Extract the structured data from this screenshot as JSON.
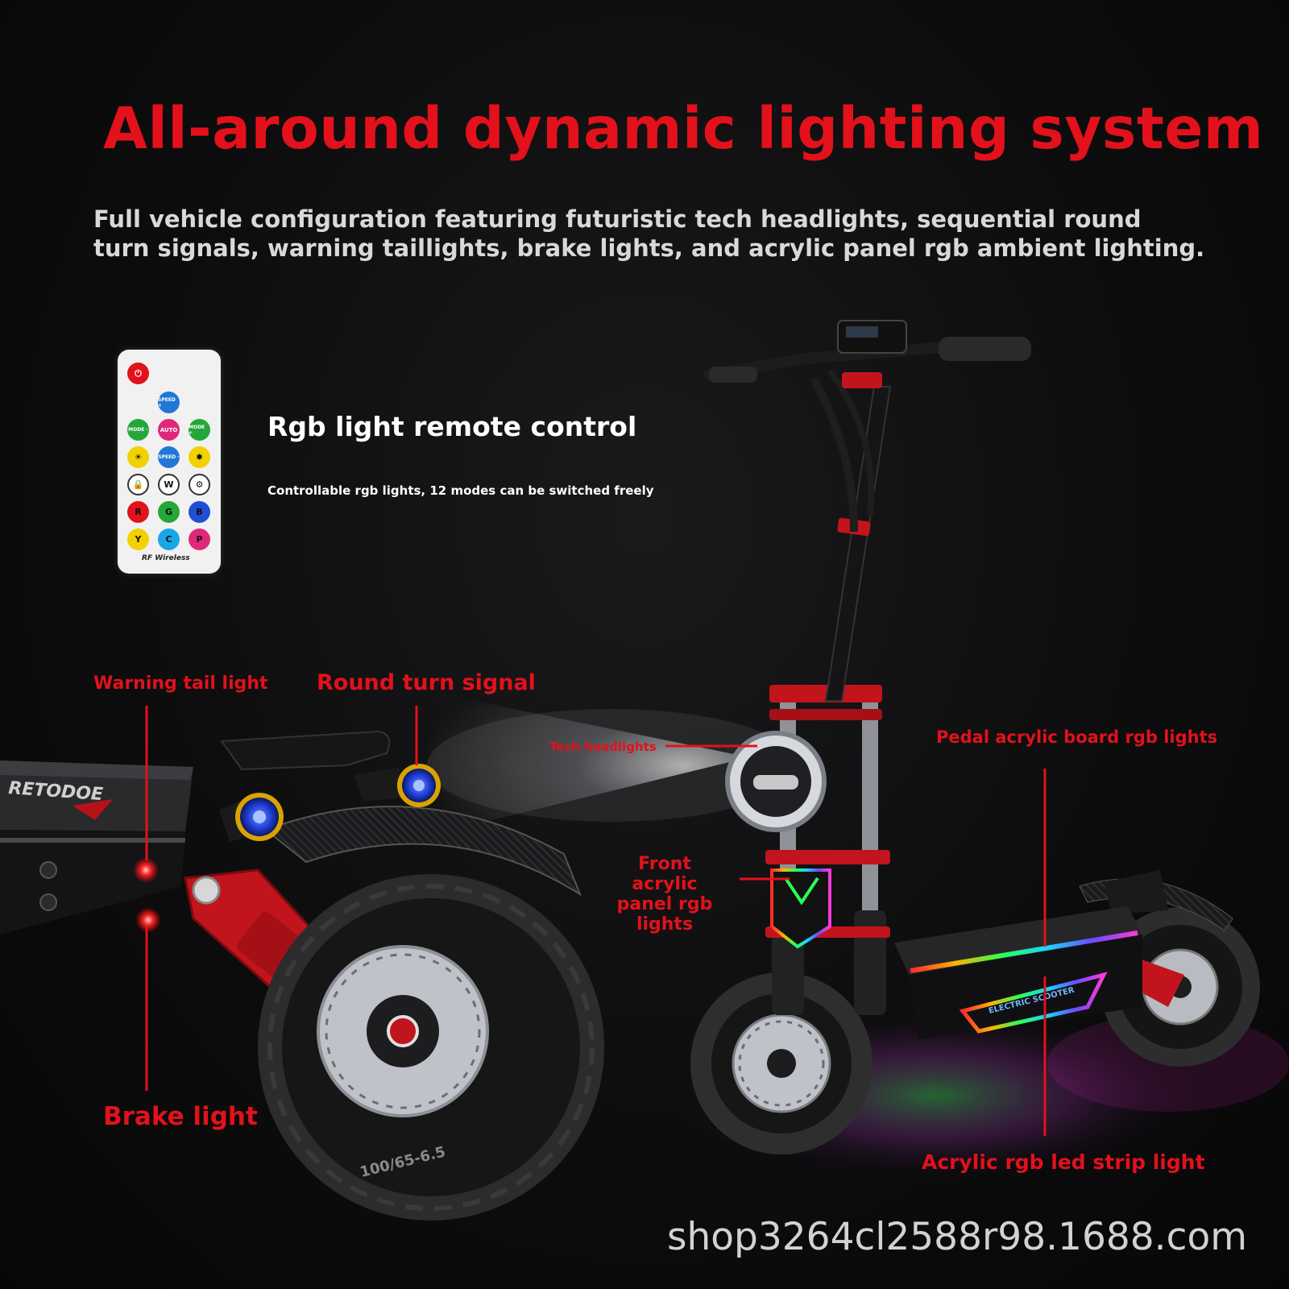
{
  "title": "All-around dynamic lighting system",
  "subtitle": "Full vehicle configuration featuring futuristic tech headlights, sequential round turn signals, warning taillights, brake lights, and acrylic panel rgb ambient lighting.",
  "remote": {
    "heading": "Rgb light remote control",
    "description": "Controllable rgb lights, 12 modes can be switched freely",
    "buttons": {
      "speed_plus": "SPEED +",
      "mode_minus": "MODE -",
      "auto": "AUTO",
      "mode_plus": "MODE +",
      "speed_minus": "SPEED -",
      "w": "W",
      "r": "R",
      "g": "G",
      "b": "B",
      "y": "Y",
      "c": "C",
      "p": "P"
    },
    "brand": "RF Wireless"
  },
  "labels": {
    "warning_tail_light": "Warning tail light",
    "round_turn_signal": "Round turn signal",
    "brake_light": "Brake light",
    "tech_headlights": "Tech headlights",
    "front_acrylic_panel": "Front acrylic panel rgb lights",
    "pedal_acrylic_board": "Pedal acrylic board rgb lights",
    "acrylic_led_strip": "Acrylic rgb led strip light"
  },
  "scooter_print": {
    "deck_brand": "RETODOE",
    "panel_text": "ELECTRIC SCOOTER",
    "tire_text": "100/65-6.5"
  },
  "watermark": "shop3264cl2588r98.1688.com",
  "colors": {
    "accent_red": "#e3111b",
    "background": "#0b0b0c",
    "body_red": "#c2141c",
    "text_light": "#d9d9d9"
  }
}
